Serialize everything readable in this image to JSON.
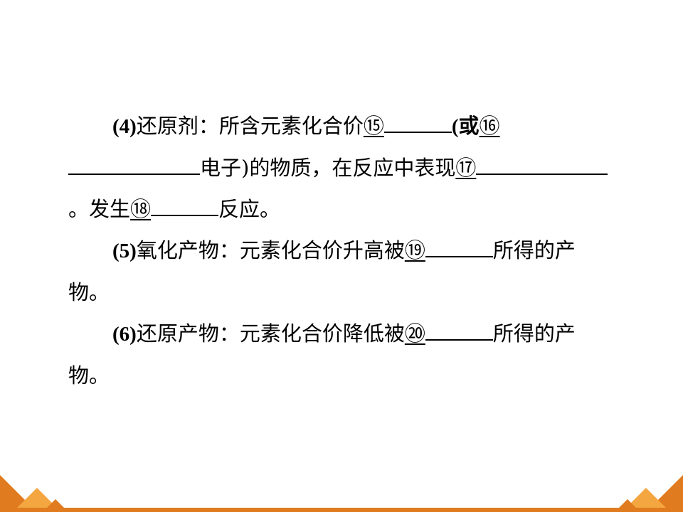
{
  "paragraphs": [
    {
      "number": "(4)",
      "parts": [
        "还原剂：所含元素化合价",
        "⑮",
        "",
        "(或",
        "⑯",
        "",
        "电子)的物质，在反应中表现",
        "⑰",
        "",
        "。发生",
        "⑱",
        "",
        "反应。"
      ]
    },
    {
      "number": "(5)",
      "parts": [
        "氧化产物：元素化合价升高被",
        "⑲",
        "",
        "所得的产物。"
      ]
    },
    {
      "number": "(6)",
      "parts": [
        "还原产物：元素化合价降低被",
        "⑳",
        "",
        "所得的产物。"
      ]
    }
  ],
  "colors": {
    "accent_orange": "#e07b1f",
    "accent_light": "#f4a640",
    "text": "#000000",
    "background": "#ffffff"
  }
}
